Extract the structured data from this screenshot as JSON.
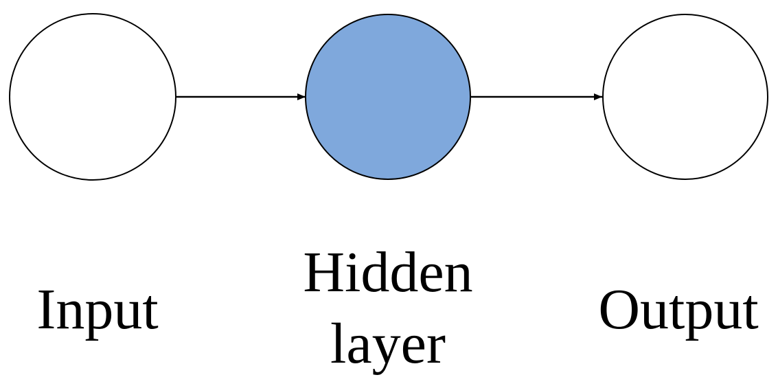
{
  "nodes": [
    {
      "id": "input",
      "label_lines": [
        "Input"
      ],
      "fill": "#ffffff",
      "stroke": "#000000"
    },
    {
      "id": "hidden",
      "label_lines": [
        "Hidden",
        "layer"
      ],
      "fill": "#7fa8dc",
      "stroke": "#000000"
    },
    {
      "id": "output",
      "label_lines": [
        "Output"
      ],
      "fill": "#ffffff",
      "stroke": "#000000"
    }
  ],
  "edges": [
    {
      "from": "input",
      "to": "hidden"
    },
    {
      "from": "hidden",
      "to": "output"
    }
  ],
  "colors": {
    "stroke": "#000000",
    "hidden_fill": "#7fa8dc",
    "background": "#ffffff"
  }
}
